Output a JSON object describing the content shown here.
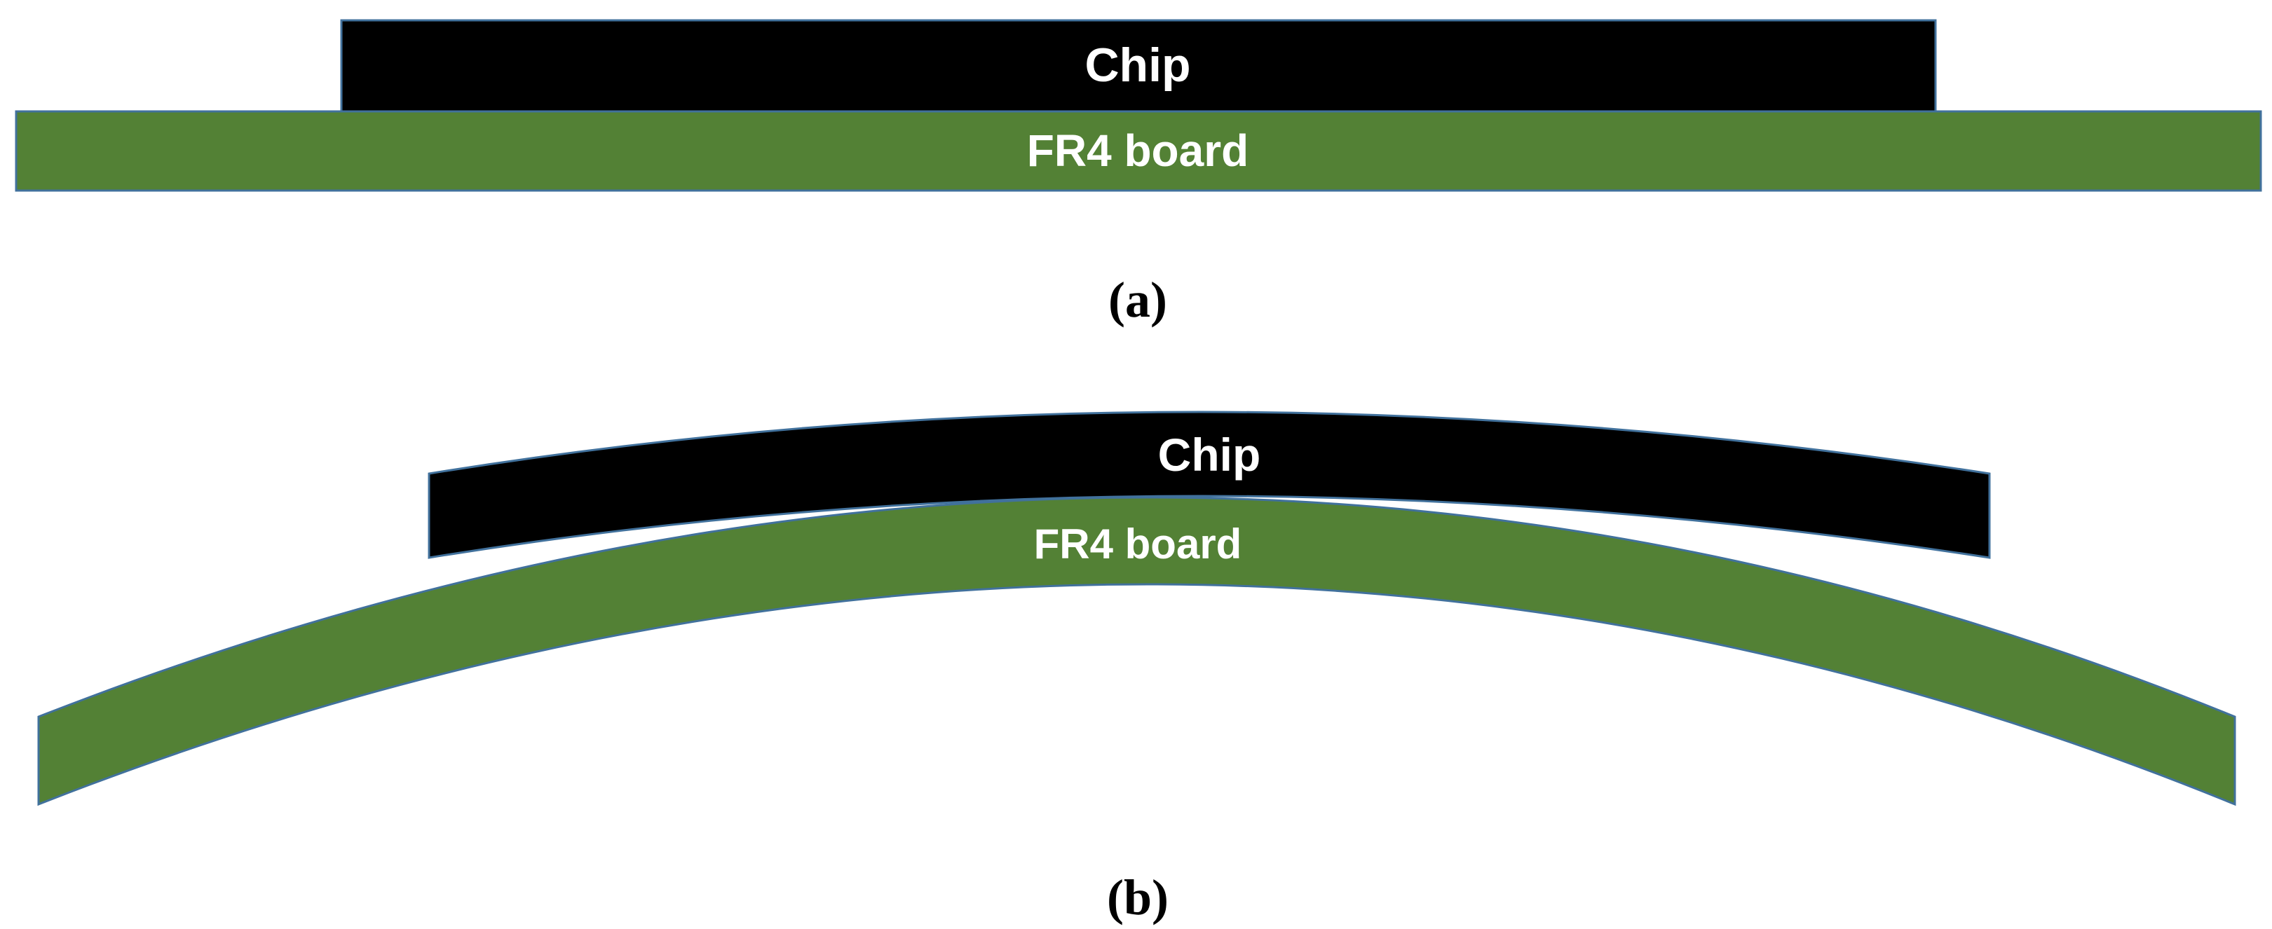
{
  "panel_a": {
    "chip_label": "Chip",
    "board_label": "FR4 board",
    "caption": "(a)"
  },
  "panel_b": {
    "chip_label": "Chip",
    "board_label": "FR4 board",
    "caption": "(b)"
  },
  "colors": {
    "chip_fill": "#000000",
    "board_fill": "#538135",
    "outline": "#41719c",
    "label_text": "#ffffff",
    "caption_text": "#000000"
  }
}
